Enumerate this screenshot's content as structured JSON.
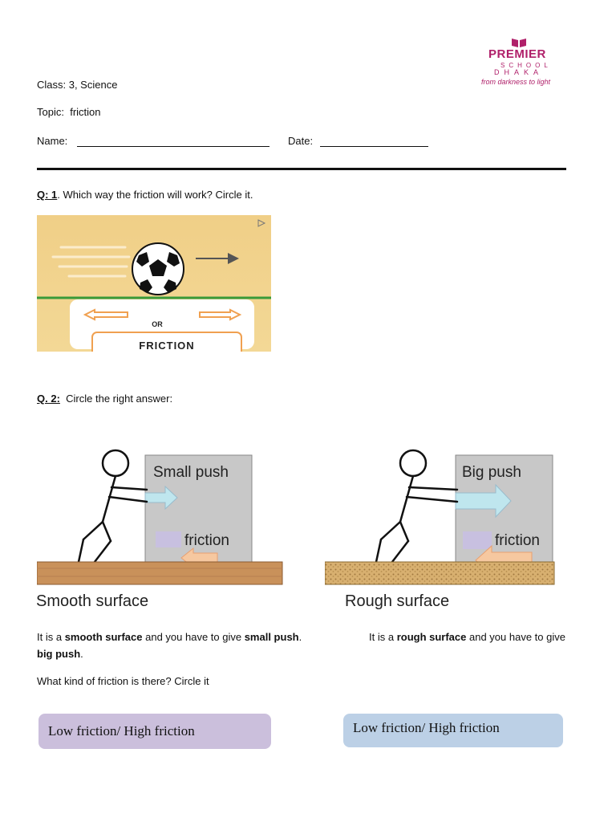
{
  "logo": {
    "name": "PREMIER",
    "school": "SCHOOL",
    "city": "DHAKA",
    "tagline": "from darkness to light",
    "color": "#b0206a"
  },
  "header": {
    "class_line": "Class: 3, Science",
    "topic_label": "Topic:",
    "topic_value": "friction",
    "name_label": "Name:",
    "date_label": "Date:"
  },
  "q1": {
    "number": "Q: 1",
    "text": ". Which way the friction will work? Circle it.",
    "or_label": "OR",
    "friction_label": "FRICTION"
  },
  "q2": {
    "number": "Q. 2:",
    "text": "Circle the right answer:",
    "left_figure": {
      "push_label": "Small push",
      "friction_label": "friction",
      "surface_label": "Smooth surface"
    },
    "right_figure": {
      "push_label": "Big push",
      "friction_label": "friction",
      "surface_label": "Rough surface"
    },
    "sentence_left_1": "It is a ",
    "sentence_left_bold1": "smooth surface",
    "sentence_left_2": " and you have to give ",
    "sentence_left_bold2": "small push",
    "sentence_left_3": ".",
    "sentence_right_1": "It is a ",
    "sentence_right_bold1": "rough surface",
    "sentence_right_2": " and you have to give",
    "sentence_right_bold2": "big push",
    "sentence_right_3": ".",
    "question": "What kind of friction is there? Circle it",
    "answer_left": "Low friction/  High friction",
    "answer_right": "Low friction/  High friction",
    "colors": {
      "answer_left_bg": "#cbbfdc",
      "answer_right_bg": "#bcd0e6"
    }
  }
}
